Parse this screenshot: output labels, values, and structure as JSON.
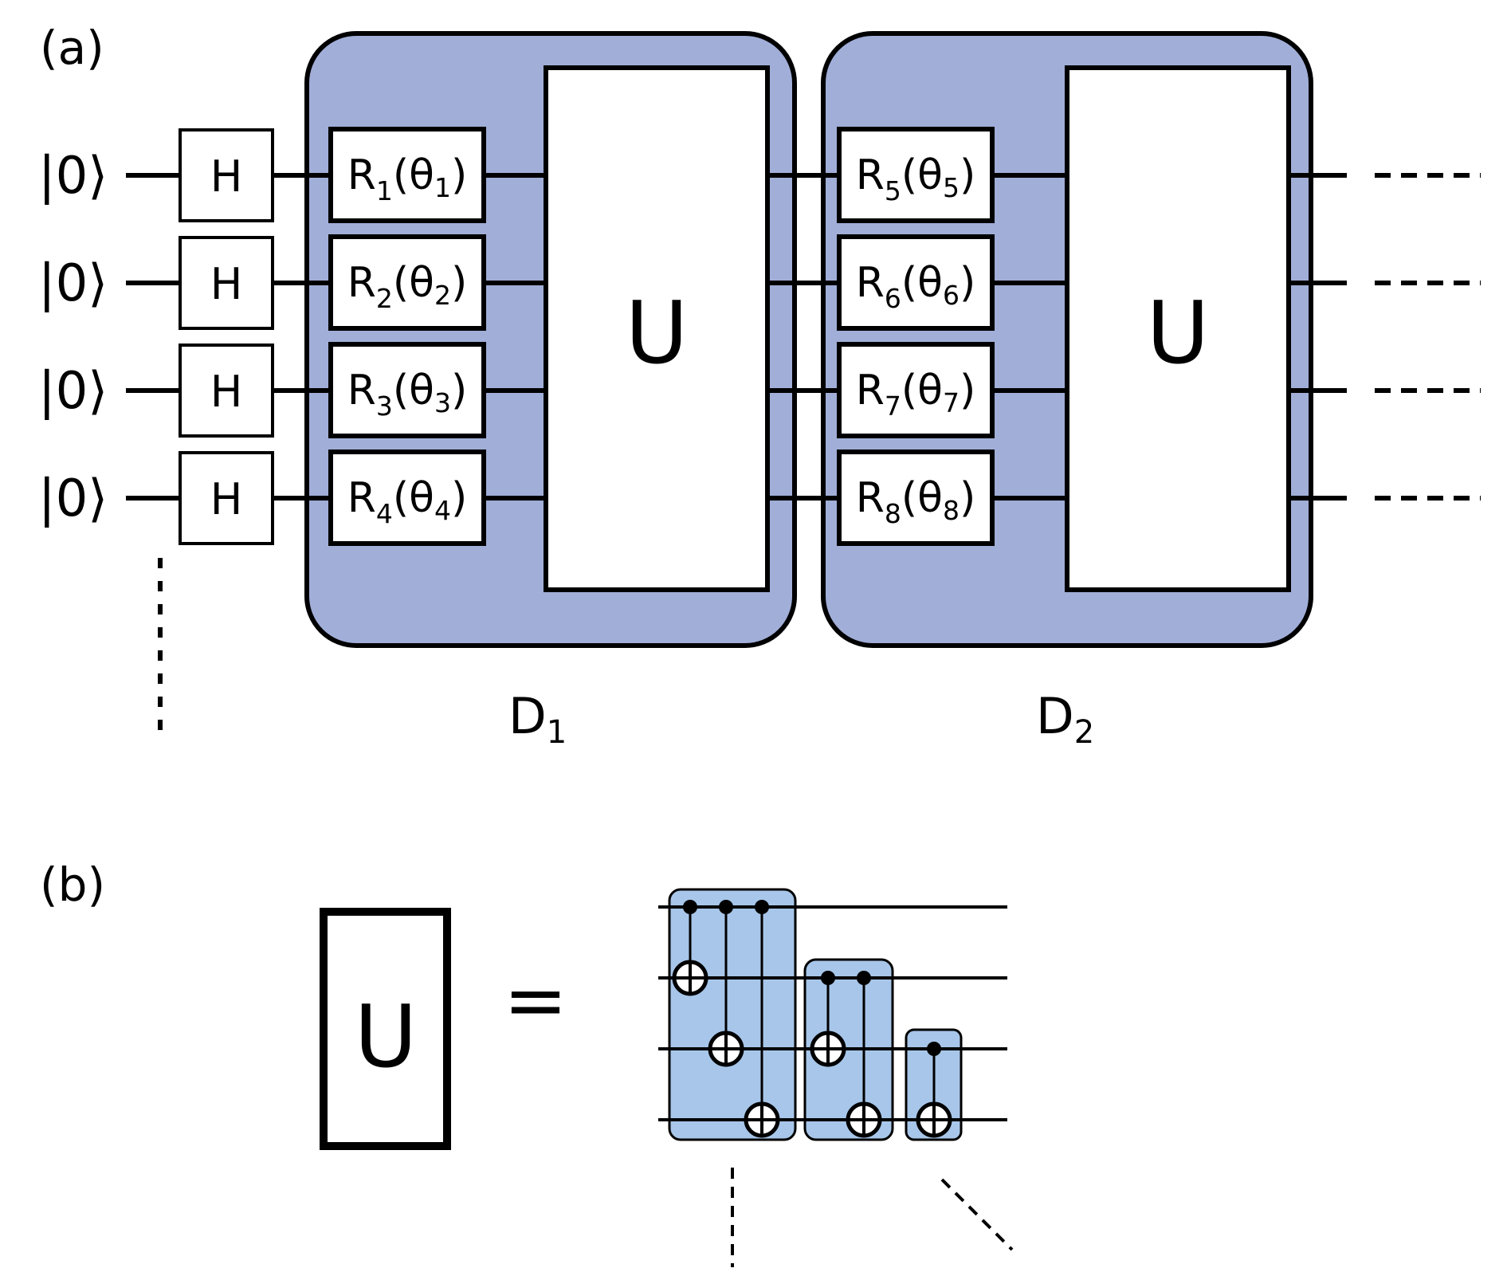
{
  "panels": {
    "a": "(a)",
    "b": "(b)"
  },
  "input_state": "|0⟩",
  "hadamard_label": "H",
  "rotation_gates": [
    {
      "name": "R",
      "index": "1",
      "param": "θ",
      "param_index": "1"
    },
    {
      "name": "R",
      "index": "2",
      "param": "θ",
      "param_index": "2"
    },
    {
      "name": "R",
      "index": "3",
      "param": "θ",
      "param_index": "3"
    },
    {
      "name": "R",
      "index": "4",
      "param": "θ",
      "param_index": "4"
    },
    {
      "name": "R",
      "index": "5",
      "param": "θ",
      "param_index": "5"
    },
    {
      "name": "R",
      "index": "6",
      "param": "θ",
      "param_index": "6"
    },
    {
      "name": "R",
      "index": "7",
      "param": "θ",
      "param_index": "7"
    },
    {
      "name": "R",
      "index": "8",
      "param": "θ",
      "param_index": "8"
    }
  ],
  "entangler_label": "U",
  "blocks": [
    {
      "name": "D",
      "index": "1"
    },
    {
      "name": "D",
      "index": "2"
    }
  ],
  "equals_sign": "=",
  "cnot_groups": [
    {
      "control_qubit": 1,
      "target_qubits": [
        2,
        3,
        4
      ]
    },
    {
      "control_qubit": 2,
      "target_qubits": [
        3,
        4
      ]
    },
    {
      "control_qubit": 3,
      "target_qubits": [
        4
      ]
    }
  ],
  "colors": {
    "block_fill": "#a1aed8",
    "cnot_group_fill": "#a7c6e9",
    "stroke": "#000000"
  }
}
